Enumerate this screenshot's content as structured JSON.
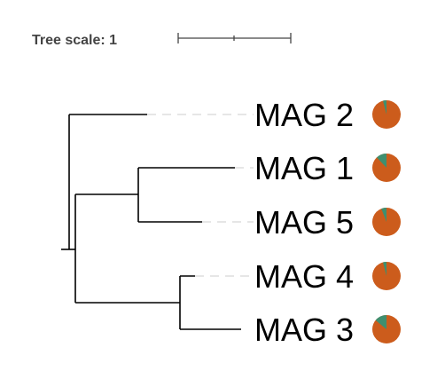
{
  "tree_scale": {
    "label": "Tree scale: 1"
  },
  "colors": {
    "branch": "#000000",
    "dashed_guide": "#dddddd",
    "pie_main": "#cc5c1c",
    "pie_accent": "#3f8f6f",
    "scale_text": "#444444"
  },
  "leaves": [
    {
      "id": "mag2",
      "label": "MAG 2",
      "pie_accent_fraction": 0.04
    },
    {
      "id": "mag1",
      "label": "MAG 1",
      "pie_accent_fraction": 0.12
    },
    {
      "id": "mag5",
      "label": "MAG 5",
      "pie_accent_fraction": 0.06
    },
    {
      "id": "mag4",
      "label": "MAG 4",
      "pie_accent_fraction": 0.04
    },
    {
      "id": "mag3",
      "label": "MAG 3",
      "pie_accent_fraction": 0.14
    }
  ]
}
